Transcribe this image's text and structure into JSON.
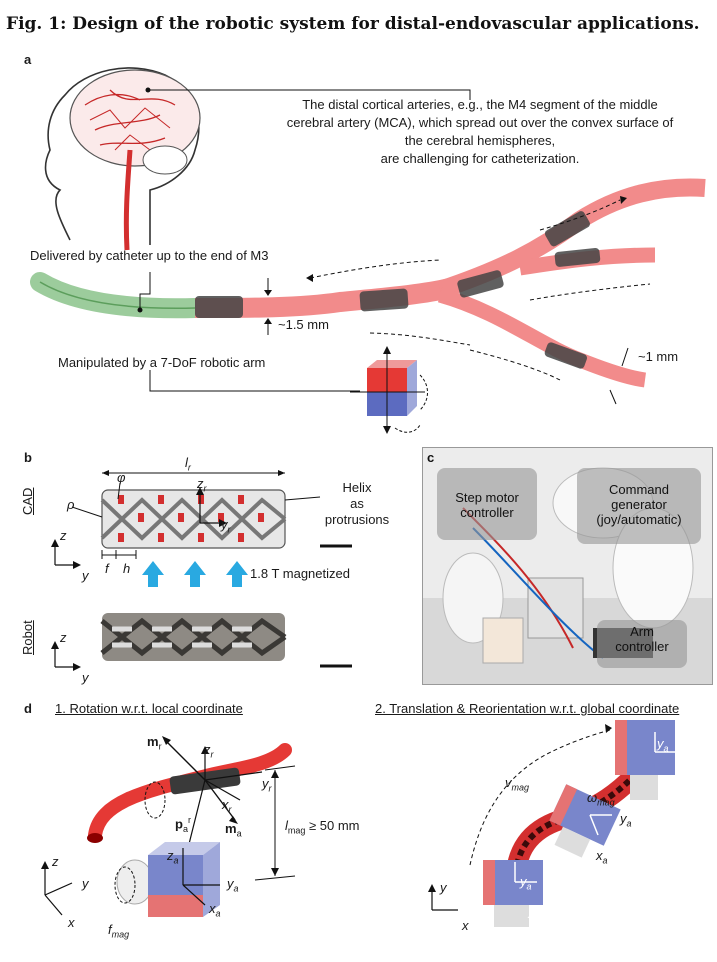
{
  "title": "Fig. 1: Design of the robotic system for distal-endovascular applications.",
  "panel_a": {
    "label": "a",
    "description_lines": [
      "The distal cortical arteries, e.g., the M4 segment of the middle",
      "cerebral artery (MCA), which spread out over the convex surface of",
      "the cerebral hemispheres,",
      "are challenging for catheterization."
    ],
    "delivered_text": "Delivered by catheter up to the end of M3",
    "diameter_main": "~1.5 mm",
    "diameter_branch": "~1 mm",
    "manipulated_text": "Manipulated by a 7-DoF robotic arm"
  },
  "panel_b": {
    "label": "b",
    "cad_label": "CAD",
    "robot_label": "Robot",
    "lr": "l",
    "lr_sub": "r",
    "phi": "φ",
    "rho": "ρ",
    "zr": "z",
    "zr_sub": "r",
    "yr": "y",
    "yr_sub": "r",
    "f": "f",
    "h": "h",
    "axis_z": "z",
    "axis_y": "y",
    "helix_lines": [
      "Helix",
      "as",
      "protrusions"
    ],
    "magnetized": "1.8 T magnetized"
  },
  "panel_c": {
    "label": "c",
    "step_motor": [
      "Step motor",
      "controller"
    ],
    "command_gen": [
      "Command",
      "generator",
      "(joy/automatic)"
    ],
    "arm_controller": [
      "Arm",
      "controller"
    ]
  },
  "panel_d": {
    "label": "d",
    "sub1": "1. Rotation w.r.t. local coordinate",
    "sub2": "2. Translation & Reorientation w.r.t. global coordinate",
    "mr": "m",
    "mr_sub": "r",
    "ma": "m",
    "ma_sub": "a",
    "pa": "p",
    "pa_sub": "a",
    "pa_sup": "r",
    "zr": "z",
    "zr_sub": "r",
    "yr": "y",
    "yr_sub": "r",
    "xr": "x",
    "xr_sub": "r",
    "za": "z",
    "za_sub": "a",
    "ya": "y",
    "ya_sub": "a",
    "xa": "x",
    "xa_sub": "a",
    "lmag": "l",
    "lmag_sub": "mag",
    "lmag_value": "≥ 50 mm",
    "fmag": "f",
    "fmag_sub": "mag",
    "vmag": "v",
    "vmag_sub": "mag",
    "omag": "ω",
    "omag_sub": "mag",
    "axis_z": "z",
    "axis_y": "y",
    "axis_x": "x"
  }
}
